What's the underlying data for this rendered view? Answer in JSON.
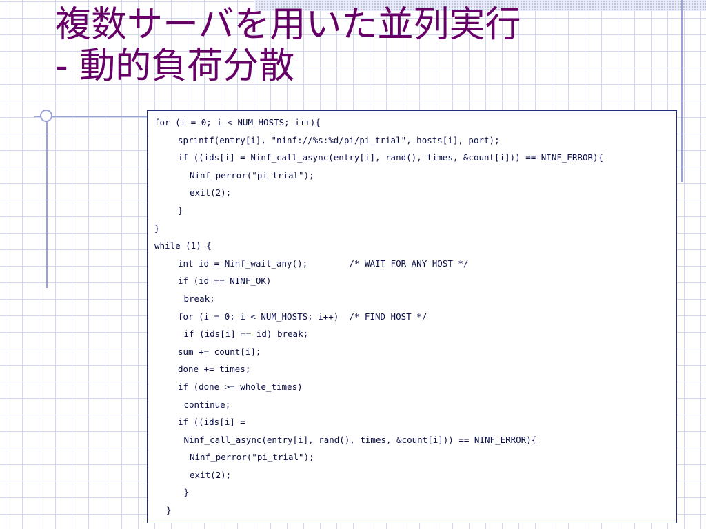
{
  "slide": {
    "title_line1": "複数サーバを用いた並列実行",
    "title_line2": "- 動的負荷分散"
  },
  "colors": {
    "title": "#660066",
    "code_text": "#0b0f4a",
    "code_border": "#1f2d7a",
    "decoration": "#9aa3d6"
  },
  "code": {
    "lines": [
      {
        "text": "for (i = 0; i < NUM_HOSTS; i++){",
        "indent": 0
      },
      {
        "text": "sprintf(entry[i], \"ninf://%s:%d/pi/pi_trial\", hosts[i], port);",
        "indent": 2
      },
      {
        "text": "if ((ids[i] = Ninf_call_async(entry[i], rand(), times, &count[i])) == NINF_ERROR){",
        "indent": 2
      },
      {
        "text": "Ninf_perror(\"pi_trial\");",
        "indent": 3
      },
      {
        "text": "exit(2);",
        "indent": 3
      },
      {
        "text": "}",
        "indent": 2
      },
      {
        "text": "}",
        "indent": 0
      },
      {
        "text": "while (1) {",
        "indent": 0
      },
      {
        "text": "int id = Ninf_wait_any();        /* WAIT FOR ANY HOST */",
        "indent": 2
      },
      {
        "text": "if (id == NINF_OK)",
        "indent": 2
      },
      {
        "text": "break;",
        "indent": 2.5
      },
      {
        "text": "for (i = 0; i < NUM_HOSTS; i++)  /* FIND HOST */",
        "indent": 2
      },
      {
        "text": "if (ids[i] == id) break;",
        "indent": 2.5
      },
      {
        "text": "sum += count[i];",
        "indent": 2
      },
      {
        "text": "done += times;",
        "indent": 2
      },
      {
        "text": "if (done >= whole_times)",
        "indent": 2
      },
      {
        "text": "continue;",
        "indent": 2.5
      },
      {
        "text": "if ((ids[i] =",
        "indent": 2
      },
      {
        "text": "Ninf_call_async(entry[i], rand(), times, &count[i])) == NINF_ERROR){",
        "indent": 2.5
      },
      {
        "text": "Ninf_perror(\"pi_trial\");",
        "indent": 3
      },
      {
        "text": "exit(2);",
        "indent": 3
      },
      {
        "text": "}",
        "indent": 2.5
      },
      {
        "text": "}",
        "indent": 1
      }
    ]
  }
}
